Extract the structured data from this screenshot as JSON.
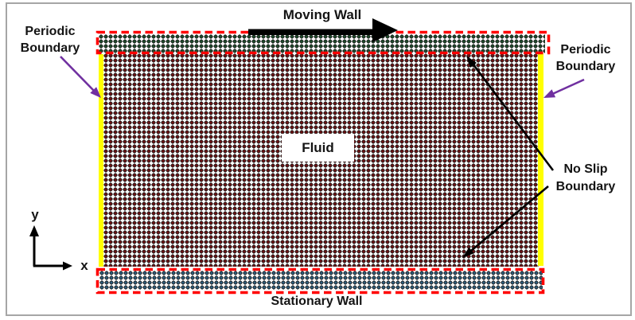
{
  "figure": {
    "labels": {
      "moving_wall": "Moving Wall",
      "stationary_wall": "Stationary Wall",
      "periodic_left_line1": "Periodic",
      "periodic_left_line2": "Boundary",
      "periodic_right_line1": "Periodic",
      "periodic_right_line2": "Boundary",
      "no_slip_line1": "No Slip",
      "no_slip_line2": "Boundary",
      "fluid": "Fluid",
      "axis_x": "x",
      "axis_y": "y"
    },
    "regions": {
      "moving_wall_particle_rows": 4,
      "stationary_wall_particle_rows": 4
    },
    "colors": {
      "fluid_particles": "#6f1113",
      "moving_wall_particles": "#1e4d2b",
      "stationary_wall_particles": "#2d5e7d",
      "particle_edge": "#161616",
      "periodic_strip": "#ffff00",
      "dashed_boundary": "#ff0000",
      "periodic_arrow": "#7030a0",
      "no_slip_arrow": "#000000",
      "wall_arrow": "#000000",
      "axis": "#000000",
      "text": "#141414",
      "frame": "#a6a6a6",
      "background": "#ffffff"
    }
  }
}
